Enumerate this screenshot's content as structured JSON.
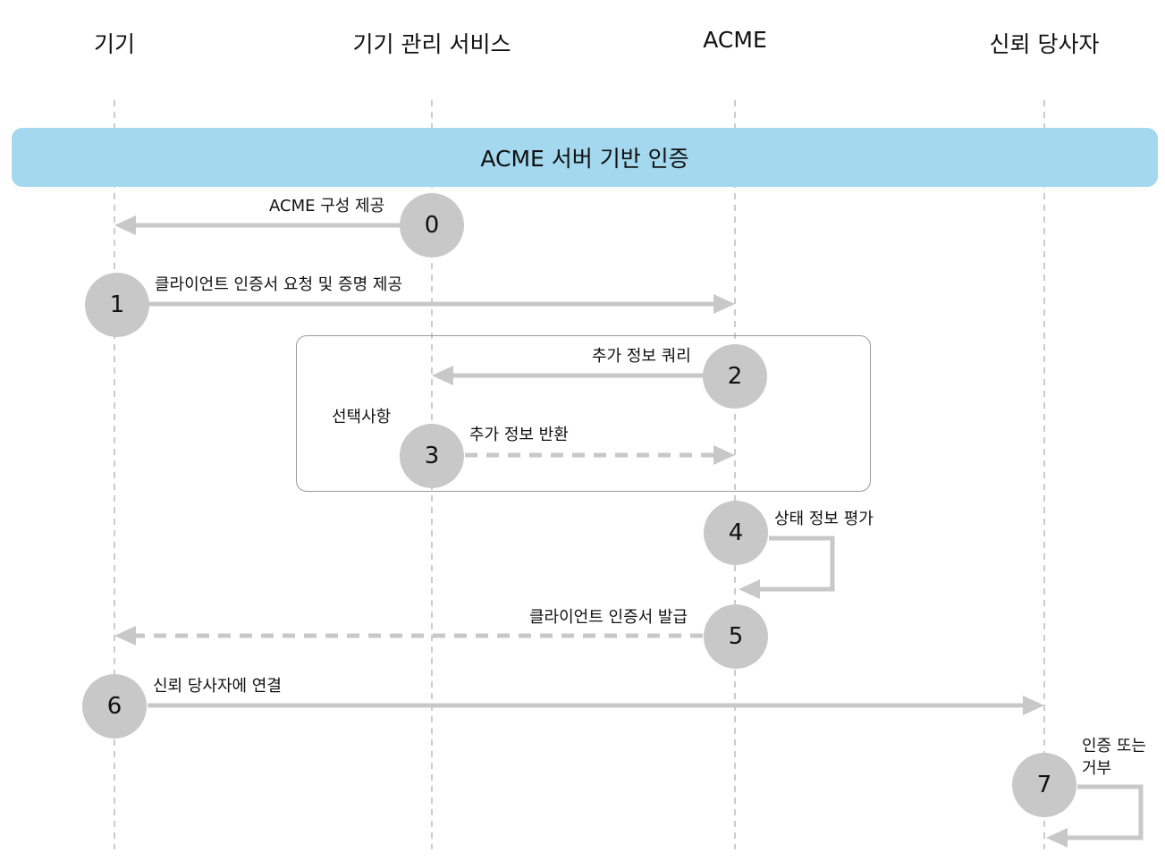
{
  "actors": [
    "기기",
    "기기 관리 서비스",
    "ACME",
    "신뢰 당사자"
  ],
  "banner": "ACME 서버 기반 인증",
  "optional_label": "선택사항",
  "steps": [
    {
      "num": "0",
      "label": "ACME 구성 제공"
    },
    {
      "num": "1",
      "label": "클라이언트 인증서 요청 및 증명 제공"
    },
    {
      "num": "2",
      "label": "추가 정보 쿼리"
    },
    {
      "num": "3",
      "label": "추가 정보 반환"
    },
    {
      "num": "4",
      "label": "상태 정보 평가"
    },
    {
      "num": "5",
      "label": "클라이언트 인증서 발급"
    },
    {
      "num": "6",
      "label": "신뢰 당사자에 연결"
    },
    {
      "num": "7",
      "label_line1": "인증 또는",
      "label_line2": "거부"
    }
  ],
  "colors": {
    "banner": "#a3d8ee",
    "step_circle": "#c8c8c8",
    "arrow": "#c8c8c8",
    "lifeline": "#aaaaaa"
  }
}
